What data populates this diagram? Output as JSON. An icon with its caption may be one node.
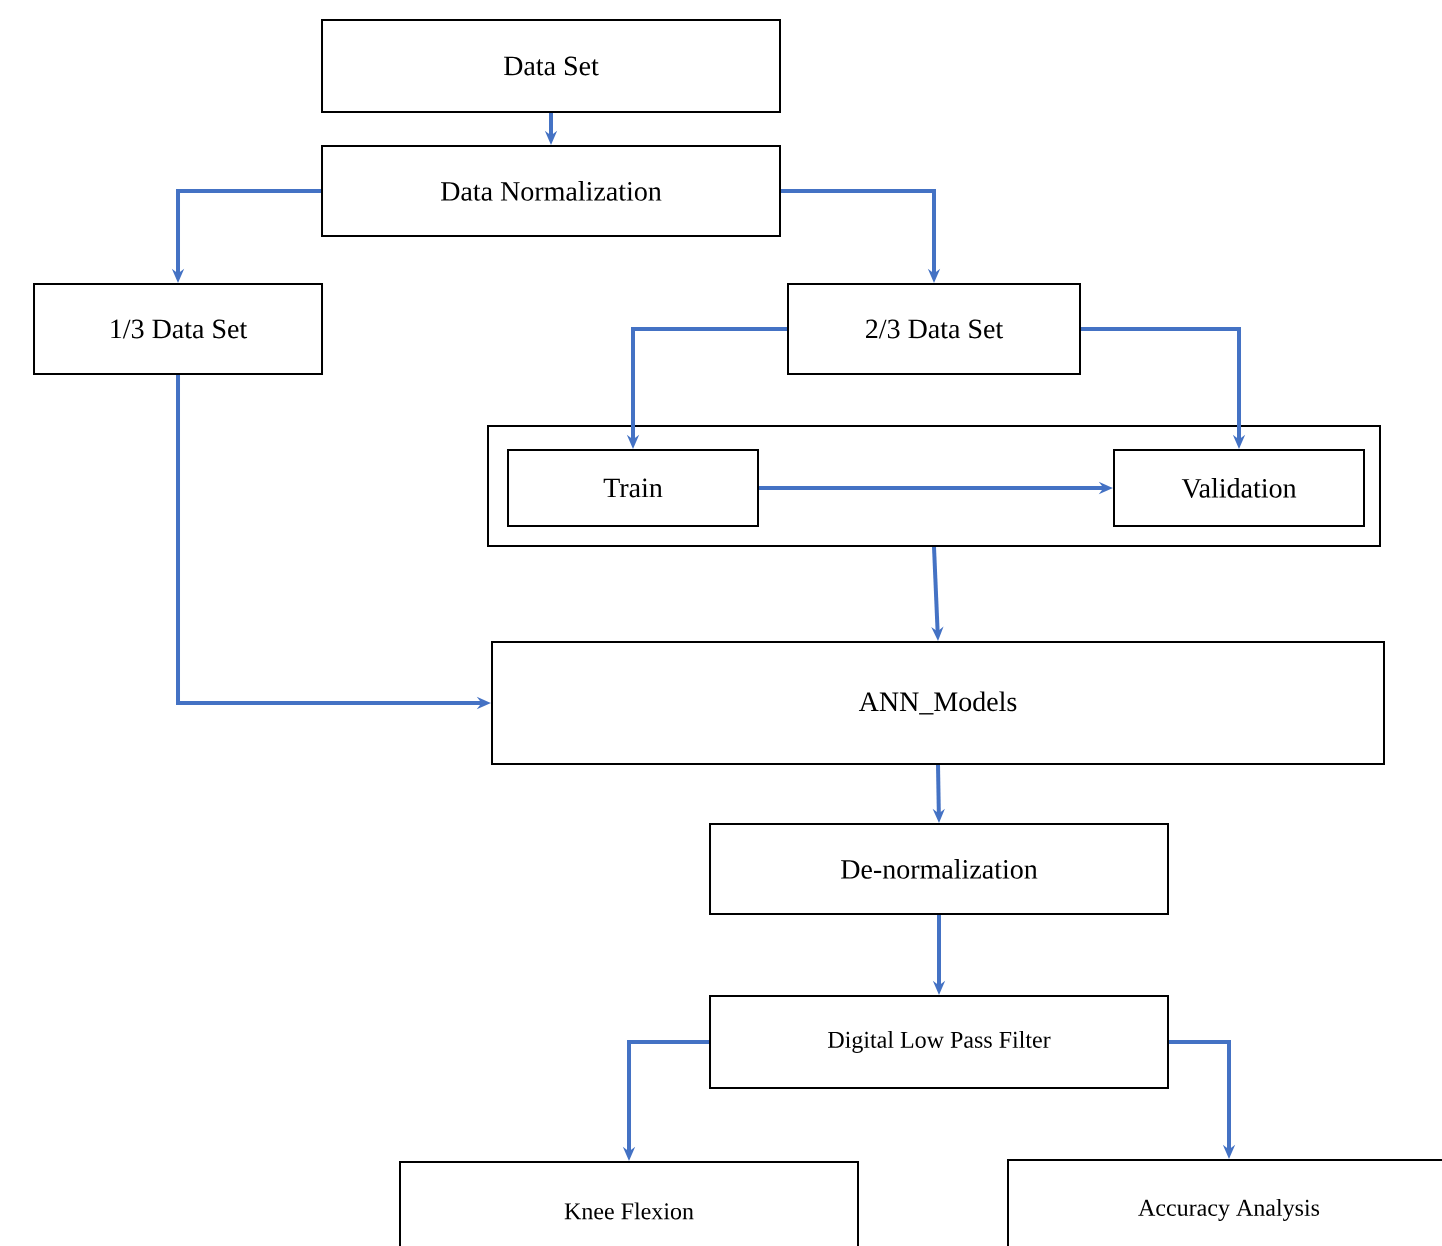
{
  "diagram": {
    "nodes": [
      {
        "text": [
          "Data Set"
        ]
      },
      {
        "text": [
          "Data Normalization"
        ]
      },
      {
        "text": [
          "1/3 Data Set"
        ]
      },
      {
        "text": [
          "2/3 Data Set"
        ]
      },
      {
        "text": [],
        "shape": "box"
      },
      {
        "text": [
          "Train"
        ],
        "in": 4
      },
      {
        "text": [
          "Validation"
        ],
        "in": 4
      },
      {
        "text": [
          "ANN_Models"
        ]
      },
      {
        "text": [
          "De-normalization"
        ]
      },
      {
        "text": [
          "Digital Low Pass Filter"
        ]
      },
      {
        "text": [
          "Knee Flexion"
        ]
      },
      {
        "text": [
          "Accuracy Analysis"
        ]
      }
    ],
    "edges": [
      {
        "from": 0,
        "to": 1,
        "arrow": "to"
      },
      {
        "from": 1,
        "to": 2,
        "arrow": "to"
      },
      {
        "from": 1,
        "to": 3,
        "arrow": "to"
      },
      {
        "from": 3,
        "to": 5,
        "arrow": "to"
      },
      {
        "from": 3,
        "to": 6,
        "arrow": "to"
      },
      {
        "from": 5,
        "to": 6,
        "arrow": "to"
      },
      {
        "from": 4,
        "to": 7,
        "arrow": "to"
      },
      {
        "from": 2,
        "to": 7,
        "arrow": "to"
      },
      {
        "from": 7,
        "to": 8,
        "arrow": "to"
      },
      {
        "from": 8,
        "to": 9,
        "arrow": "to"
      },
      {
        "from": 9,
        "to": 10,
        "arrow": "to"
      },
      {
        "from": 9,
        "to": 11,
        "arrow": "to"
      }
    ]
  }
}
